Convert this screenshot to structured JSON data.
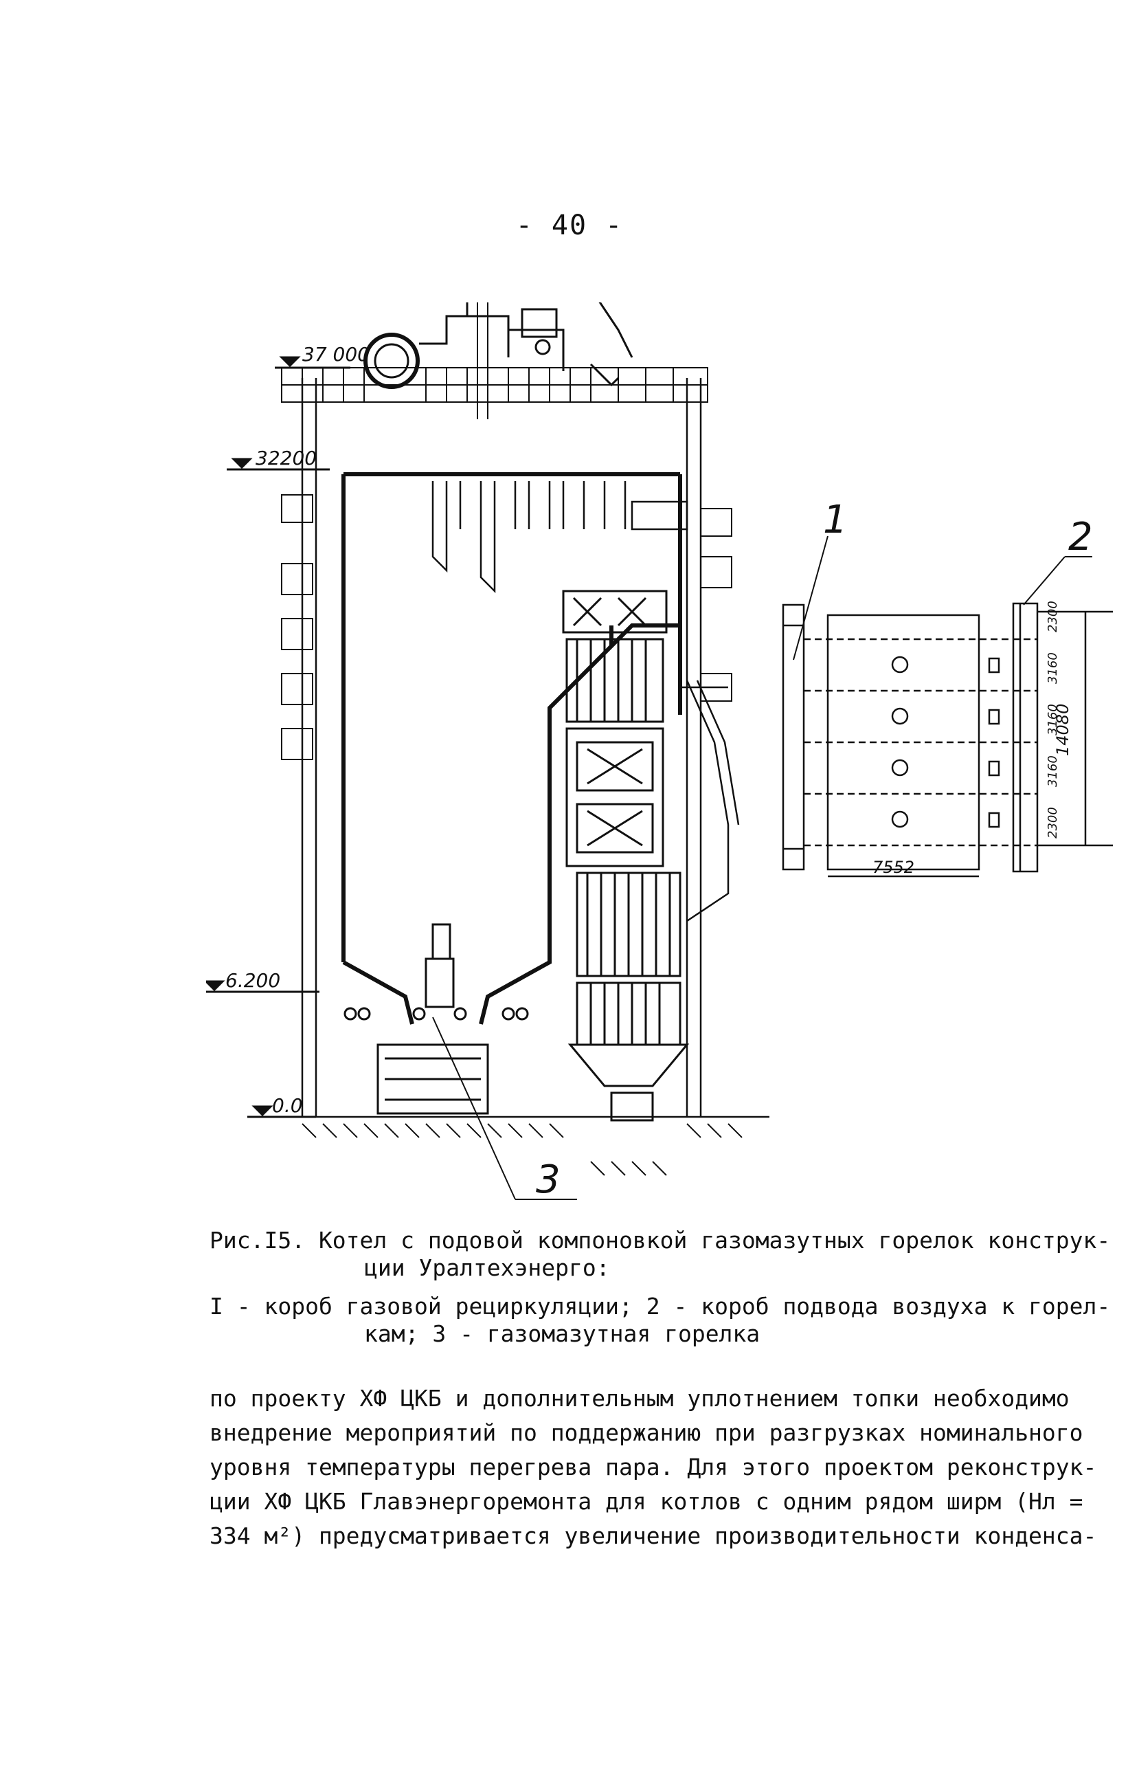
{
  "page": {
    "number": "- 40 -"
  },
  "figure": {
    "elevations": [
      "37 000",
      "32200",
      "6.200",
      "0.0"
    ],
    "callouts": [
      "1",
      "2",
      "3"
    ],
    "dimensions": {
      "total_height": "14080",
      "width": "7552",
      "segments": [
        "2300",
        "3160",
        "3160",
        "3160",
        "2300"
      ]
    }
  },
  "caption": {
    "title_line1": "Рис.I5. Котел с подовой компоновкой газомазутных горелок конструк-",
    "title_line2": "ции Уралтехэнерго:",
    "legend_line1": "I - короб газовой рециркуляции; 2 - короб подвода воздуха к горел-",
    "legend_line2": "кам; 3 - газомазутная горелка"
  },
  "body": {
    "lines": [
      "по проекту ХФ ЦКБ и дополнительным уплотнением топки необходимо",
      "внедрение мероприятий по поддержанию при разгрузках номинального",
      "уровня температуры перегрева пара. Для этого проектом реконструк-",
      "ции ХФ ЦКБ Главэнергоремонта для котлов с одним рядом ширм (Hл =",
      "334 м²) предусматривается увеличение производительности конденса-"
    ]
  }
}
